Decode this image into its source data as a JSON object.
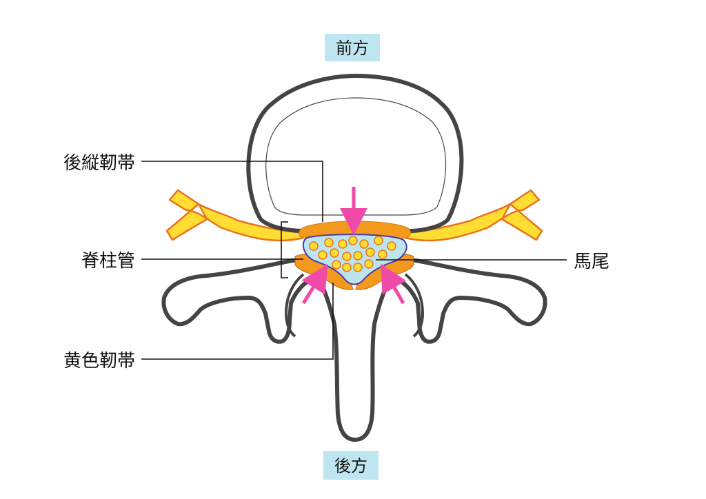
{
  "directions": {
    "anterior": "前方",
    "posterior": "後方"
  },
  "labels": {
    "posterior_longitudinal_ligament": "後縦靭帯",
    "spinal_canal": "脊柱管",
    "ligamentum_flavum": "黄色靭帯",
    "cauda_equina": "馬尾"
  },
  "colors": {
    "bone_outline": "#444444",
    "bone_fill": "#ffffff",
    "nerve_fill": "#ffdd33",
    "nerve_stroke": "#e8731a",
    "ligament_fill": "#f39a1e",
    "canal_fill": "#bde3ee",
    "canal_stroke": "#4a3aa8",
    "arrow": "#f04aa8",
    "direction_box": "#bfe6f0",
    "leader_line": "#111111"
  },
  "icons": {
    "arrows": "compression-arrow-icon"
  }
}
